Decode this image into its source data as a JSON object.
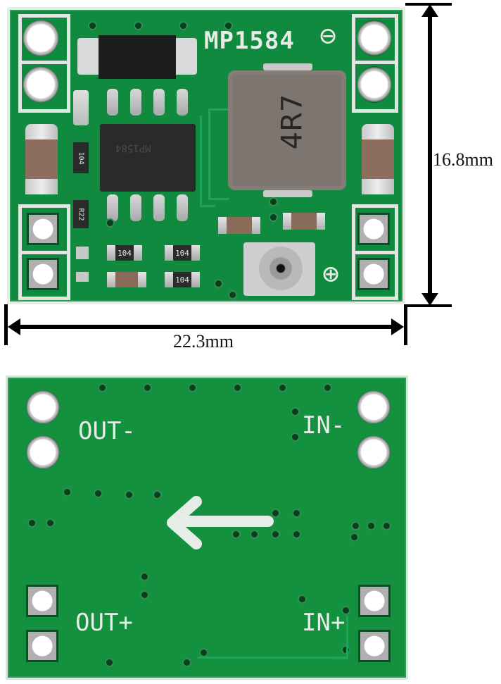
{
  "figure": {
    "description": "MP1584 mini buck converter module, top and bottom views with dimensions",
    "colors": {
      "pcb_green": "#0f8a3e",
      "silkscreen": "#e6ede7",
      "pad_silver": "#b0b0b0",
      "dimension_lines": "#000000"
    }
  },
  "dimensions": {
    "height_label": "16.8mm",
    "width_label": "22.3mm"
  },
  "top_view": {
    "chip_label": "MP1584",
    "minus_symbol": "⊖",
    "plus_symbol": "⊕",
    "inductor_marking": "4R7",
    "ic_marking": "MP1584",
    "resistors": [
      "104",
      "R22",
      "104",
      "104",
      "104"
    ],
    "trimmer_pot": "adjustable potentiometer"
  },
  "bottom_view": {
    "labels": {
      "out_minus": "OUT-",
      "in_minus": "IN-",
      "out_plus": "OUT+",
      "in_plus": "IN+"
    },
    "arrow_direction": "left"
  }
}
